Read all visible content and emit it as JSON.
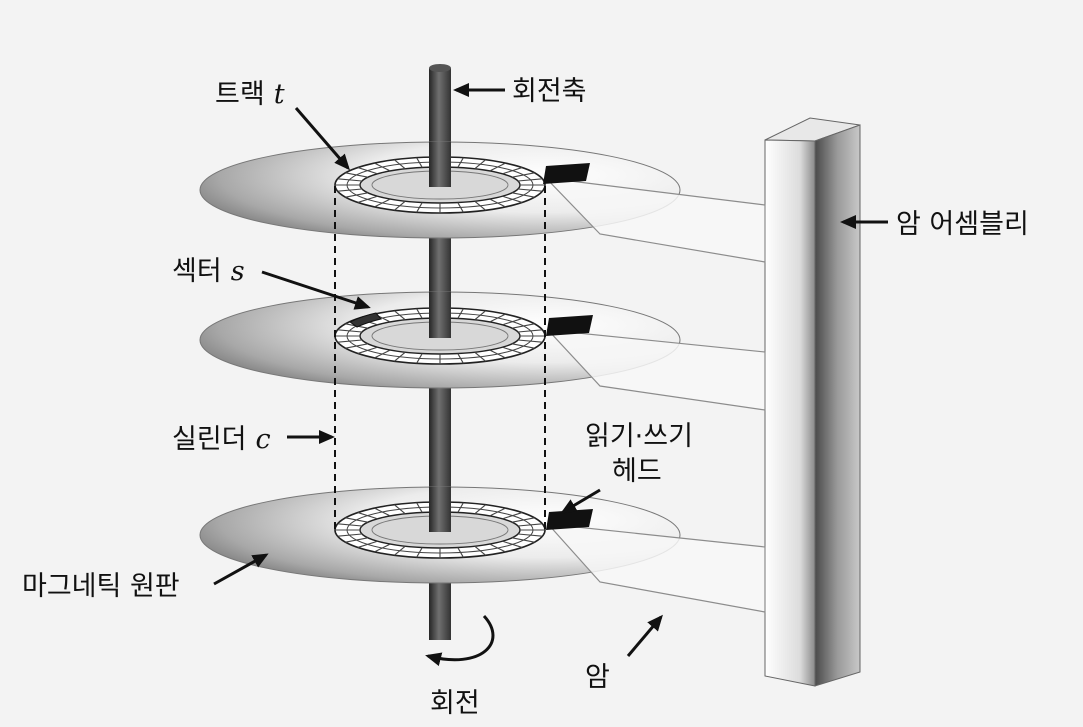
{
  "labels": {
    "track": {
      "text": "트랙",
      "var": "t"
    },
    "spindle": "회전축",
    "arm_assembly": "암 어셈블리",
    "sector": {
      "text": "섹터",
      "var": "s"
    },
    "cylinder": {
      "text": "실린더",
      "var": "c"
    },
    "read_write_head": {
      "line1": "읽기·쓰기",
      "line2": "헤드"
    },
    "platter": "마그네틱 원판",
    "arm": "암",
    "rotation": "회전"
  },
  "colors": {
    "background": "#f3f3f3",
    "spindle": "#3a3a3a",
    "head": "#111111",
    "platter_edge": "#5e5e5e",
    "platter_highlight": "#ffffff"
  }
}
